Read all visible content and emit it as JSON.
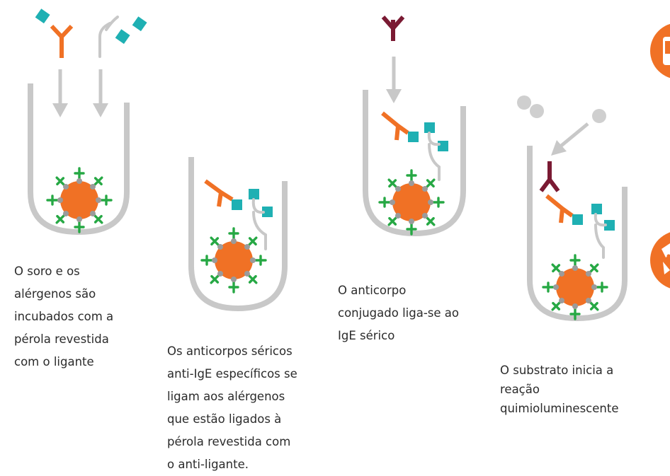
{
  "colors": {
    "tube": "#c8c8c8",
    "arrow": "#c8c8c8",
    "bead": "#f07125",
    "ligand": "#26a844",
    "dot": "#9b9b9b",
    "allergen": "#1fb0b3",
    "ige": "#f07125",
    "conjugate": "#7a1a33",
    "substrate": "#cfcfcf"
  },
  "steps": [
    {
      "caption": "O soro e os\nalérgenos são\nincubados com a\npérola revestida\ncom o ligante"
    },
    {
      "caption": "Os anticorpos séricos\nanti-IgE específicos se\nligam aos alérgenos\nque estão ligados à\npérola revestida com\no anti-ligante."
    },
    {
      "caption": "O anticorpo\nconjugado liga-se ao\nIgE sérico"
    },
    {
      "caption": "O substrato inicia a\nreação\nquimioluminescente"
    }
  ]
}
